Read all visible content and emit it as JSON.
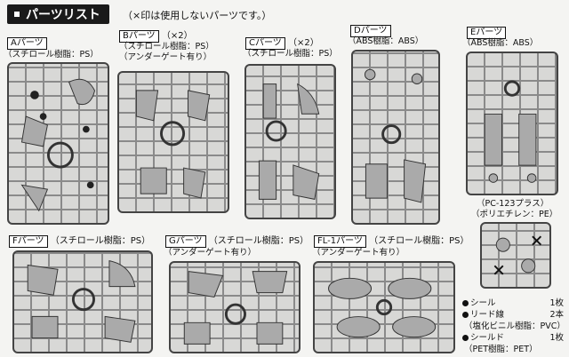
{
  "header": {
    "title": "パーツリスト",
    "note": "（×印は使用しないパーツです。）"
  },
  "parts": [
    {
      "tag": "Aパーツ",
      "sub1": "（スチロール樹脂：PS）",
      "sub2": ""
    },
    {
      "tag": "Bパーツ",
      "mult": "（×2）",
      "sub1": "（スチロール樹脂：PS）",
      "sub2": "（アンダーゲート有り）"
    },
    {
      "tag": "Cパーツ",
      "mult": "（×2）",
      "sub1": "（スチロール樹脂：PS）",
      "sub2": ""
    },
    {
      "tag": "Dパーツ",
      "sub1": "（ABS樹脂：ABS）",
      "sub2": ""
    },
    {
      "tag": "Eパーツ",
      "sub1": "（ABS樹脂：ABS）",
      "sub2": ""
    },
    {
      "tag": "Fパーツ",
      "sub1": "（スチロール樹脂：PS）",
      "sub2": ""
    },
    {
      "tag": "Gパーツ",
      "sub1": "（スチロール樹脂：PS）",
      "sub2": "（アンダーゲート有り）"
    },
    {
      "tag": "FL-1パーツ",
      "sub1": "（スチロール樹脂：PS）",
      "sub2": "（アンダーゲート有り）"
    }
  ],
  "pc": {
    "line1": "（PC-123プラス）",
    "line2": "（ポリエチレン：PE）"
  },
  "legend": [
    {
      "label": "シール",
      "value": "1枚",
      "sub": ""
    },
    {
      "label": "リード線",
      "value": "2本",
      "sub": "（塩化ビニル樹脂：PVC）"
    },
    {
      "label": "シールド",
      "value": "1枚",
      "sub": "（PET樹脂：PET）"
    }
  ]
}
